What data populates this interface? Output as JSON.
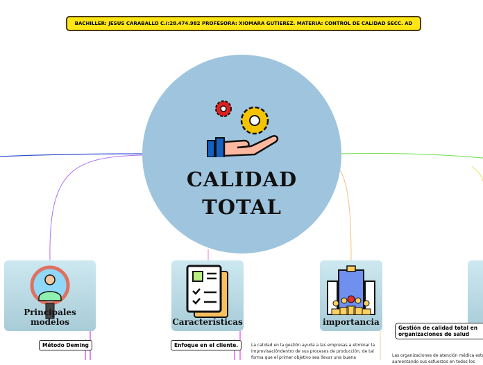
{
  "banner": {
    "text": "BACHILLER: JESUS CARABALLO C.I:28.474.982 PROFESORA: XIOMARA GUTIEREZ. MATERIA: CONTROL DE CALIDAD SECC. AD"
  },
  "center": {
    "title_line1": "CALIDAD",
    "title_line2": "TOTAL",
    "icon": "gears-hand-icon"
  },
  "branches": [
    {
      "label": "Principales modelos",
      "icon": "magnifier-person-icon",
      "sub": "Método Deming"
    },
    {
      "label": "Características",
      "icon": "checklist-icon",
      "sub": "Enfoque en el cliente."
    },
    {
      "label": "importancia",
      "icon": "building-people-icon",
      "text": "La calidad en la gestión ayuda a las empresas a eliminar la improvisacióndentro de sus procesos de producción, de tal forma que el primer objetivo sea llevar una buena"
    },
    {
      "label": "",
      "sub": "Gestión de calidad total en organizaciones de salud",
      "text": "Las organizaciones de atención médica están aumentando sus esfuerzos en todos los"
    }
  ],
  "colors": {
    "banner": "#ffe614",
    "center": "#9fc5de"
  }
}
